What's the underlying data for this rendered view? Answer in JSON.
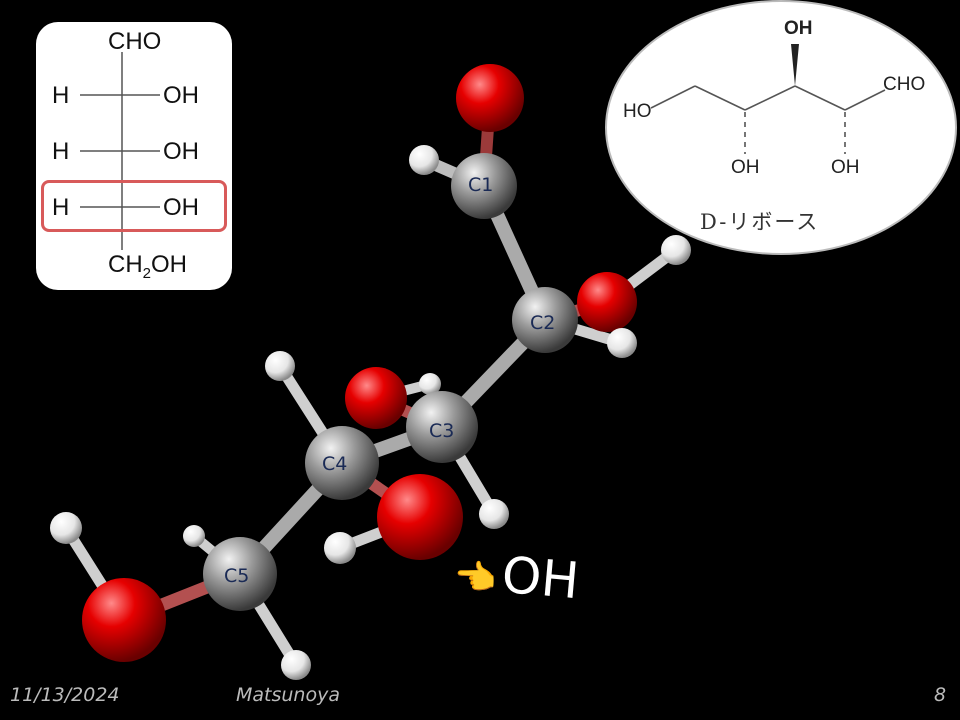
{
  "fischer": {
    "top": "CHO",
    "rows": [
      {
        "left": "H",
        "right": "OH"
      },
      {
        "left": "H",
        "right": "OH"
      },
      {
        "left": "H",
        "right": "OH"
      }
    ],
    "bottom_main": "CH",
    "bottom_sub": "2",
    "bottom_tail": "OH",
    "highlight_color": "#d85a5a"
  },
  "ribose": {
    "name": "D-リボース",
    "top_oh": "OH",
    "left_group": "HO",
    "right_group": "CHO",
    "bottom_oh_1": "OH",
    "bottom_oh_2": "OH"
  },
  "molecule": {
    "carbon_labels": [
      "C1",
      "C2",
      "C3",
      "C4",
      "C5"
    ],
    "colors": {
      "carbon": "#8c8c8c",
      "oxygen": "#e60000",
      "hydrogen": "#ffffff"
    }
  },
  "callout": {
    "icon": "pointing-hand-icon",
    "text": "OH"
  },
  "footer": {
    "date": "11/13/2024",
    "author": "Matsunoya",
    "page": "8"
  }
}
